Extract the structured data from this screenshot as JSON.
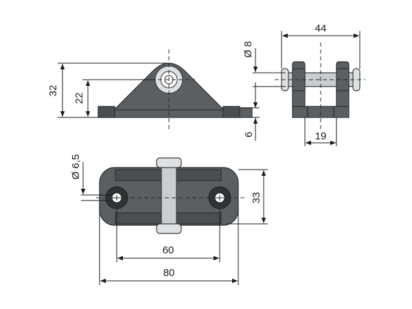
{
  "dimensions": {
    "height_32": "32",
    "height_22": "22",
    "thickness_6": "6",
    "width_44": "44",
    "pin_dia": "Ø 8",
    "inner_19": "19",
    "hole_dia": "Ø 6,5",
    "height_33": "33",
    "hole_spacing_60": "60",
    "length_80": "80"
  },
  "colors": {
    "body": "#5b5f62",
    "pin": "#c9ced1",
    "line": "#1a1a1a"
  }
}
